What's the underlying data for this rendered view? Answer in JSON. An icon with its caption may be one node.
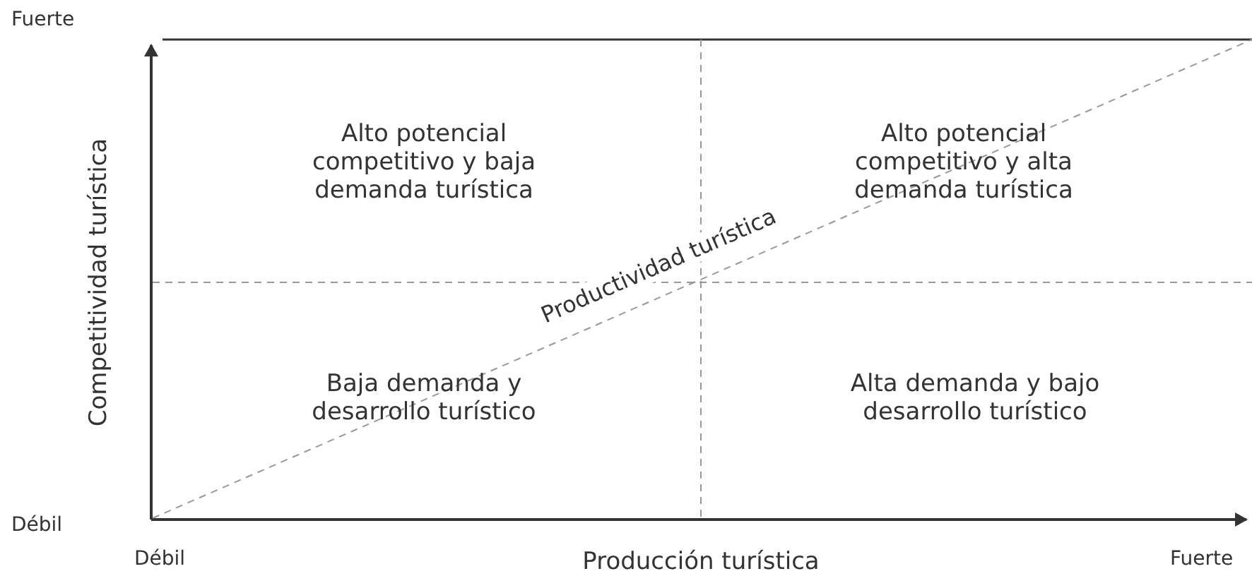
{
  "diagram": {
    "labels": [
      "Fuerte",
      "Competitividad turística",
      "Alto potencial competitivo y baja demanda turística",
      "Alto potencial competitivo y alta demanda turística",
      "Productividad turística",
      "Baja demanda y desarrollo turístico",
      "Alta demanda y bajo desarrollo turístico",
      "Débil",
      "Débil",
      "Producción turística",
      "Fuerte"
    ]
  }
}
